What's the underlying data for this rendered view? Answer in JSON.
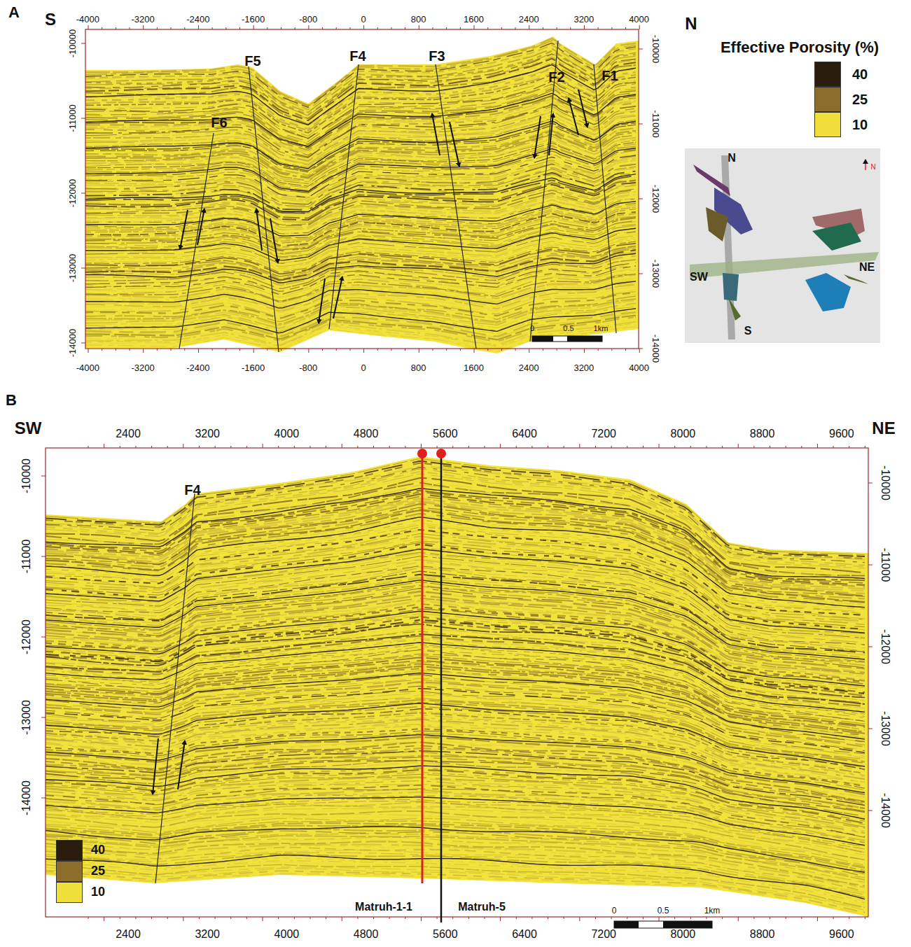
{
  "diagram": {
    "labels": [
      "A",
      "S",
      "-4000",
      "-3200",
      "-2400",
      "-1600",
      "-800",
      "0",
      "800",
      "1600",
      "2400",
      "3200",
      "4000",
      "-4000",
      "-3200",
      "-2400",
      "-1600",
      "-800",
      "0",
      "800",
      "1600",
      "2400",
      "3200",
      "4000",
      "-10000",
      "-11000",
      "-12000",
      "-13000",
      "-14000",
      "-10000",
      "-11000",
      "-12000",
      "-13000",
      "-14000",
      "F5",
      "F4",
      "F3",
      "F2",
      "F1",
      "F6",
      "0",
      "0.5",
      "1km",
      "N",
      "Effective Porosity (%)",
      "N",
      "SW",
      "NE",
      "S",
      "N",
      "B",
      "SW",
      "NE",
      "2400",
      "3200",
      "4000",
      "4800",
      "5600",
      "6400",
      "7200",
      "8000",
      "8800",
      "9600",
      "2400",
      "3200",
      "4000",
      "4800",
      "5600",
      "6400",
      "7200",
      "8000",
      "8800",
      "9600",
      "-10000",
      "-11000",
      "-12000",
      "-13000",
      "-14000",
      "-10000",
      "-11000",
      "-12000",
      "-13000",
      "-14000",
      "F4",
      "Matruh-1-1",
      "Matruh-5",
      "0",
      "0.5",
      "1km"
    ],
    "legend": [
      {
        "text": "40",
        "color": "#2b1d0e"
      },
      {
        "text": "25",
        "color": "#8c6d2a"
      },
      {
        "text": "10",
        "color": "#f0df3a"
      },
      {
        "text": "40",
        "color": "#2b1d0e"
      },
      {
        "text": "25",
        "color": "#8c6d2a"
      },
      {
        "text": "10",
        "color": "#f0df3a"
      }
    ]
  }
}
